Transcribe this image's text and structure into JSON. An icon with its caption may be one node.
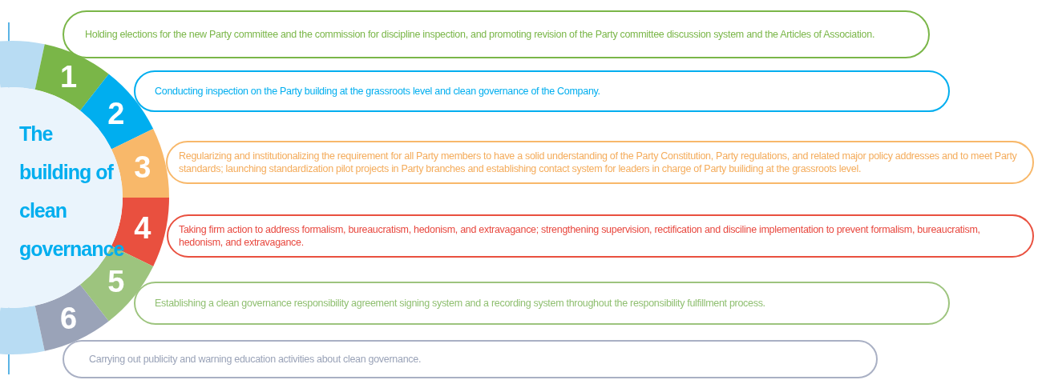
{
  "diagram": {
    "nodes": [
      {
        "text": [
          "The building of clean governance"
        ]
      },
      {
        "text": [
          "1"
        ]
      },
      {
        "text": [
          "2"
        ]
      },
      {
        "text": [
          "3"
        ]
      },
      {
        "text": [
          "4"
        ]
      },
      {
        "text": [
          "5"
        ]
      },
      {
        "text": [
          "6"
        ]
      },
      {
        "text": [
          "Holding elections for the new Party committee and the commission for discipline inspection, and promoting revision of the Party committee discussion system and the Articles of Association."
        ]
      },
      {
        "text": [
          "Conducting inspection on the Party building at the grassroots level and clean governance of the Company."
        ]
      },
      {
        "text": [
          "Regularizing and institutionalizing the requirement for all Party members to have a solid understanding of the Party Constitution, Party regulations, and related major policy addresses and to meet Party standards; launching standardization pilot projects in Party branches and establishing contact system for leaders in charge of Party builiding at the grassroots level."
        ]
      },
      {
        "text": [
          "Taking firm action to address formalism, bureaucratism, hedonism, and extravagance; strengthening supervision, rectification and disciline implementation to prevent formalism, bureaucratism, hedonism, and extravagance."
        ]
      },
      {
        "text": [
          "Establishing a clean governance responsibility agreement signing system and a recording system throughout the responsibility fulfillment process."
        ]
      },
      {
        "text": [
          "Carrying out publicity and warning education activities about clean governance."
        ]
      }
    ]
  }
}
